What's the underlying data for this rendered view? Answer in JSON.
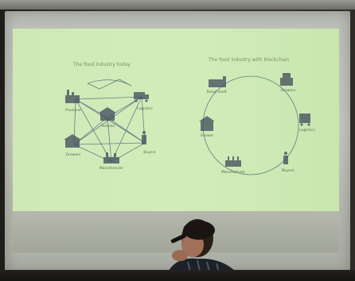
{
  "slide": {
    "left_title": "The food industry today",
    "right_title": "The food industry with blockchain",
    "left_nodes": [
      {
        "id": "producer",
        "label": "Producer",
        "icon": "factory-icon"
      },
      {
        "id": "logistics",
        "label": "Logistics",
        "icon": "truck-icon"
      },
      {
        "id": "retailer",
        "label": "Retailer",
        "icon": "store-icon"
      },
      {
        "id": "growers",
        "label": "Growers",
        "icon": "barn-icon"
      },
      {
        "id": "buyers",
        "label": "Buyers",
        "icon": "shopper-icon"
      },
      {
        "id": "manufacturer",
        "label": "Manufacturer",
        "icon": "plant-icon"
      }
    ],
    "right_nodes": [
      {
        "id": "retail",
        "label": "Retail shelf",
        "icon": "store-icon"
      },
      {
        "id": "growers",
        "label": "Growers",
        "icon": "barn-icon"
      },
      {
        "id": "logistics",
        "label": "Logistics",
        "icon": "truck-icon"
      },
      {
        "id": "buyers",
        "label": "Buyers",
        "icon": "shopper-icon"
      },
      {
        "id": "manufacturer",
        "label": "Manufacturer",
        "icon": "plant-icon"
      },
      {
        "id": "grower",
        "label": "Grower",
        "icon": "barn-icon"
      }
    ]
  },
  "colors": {
    "slide_bg": "#d3edba",
    "line": "#4f6d7f",
    "icon": "#4a5560",
    "title_text": "#7b8f66"
  }
}
